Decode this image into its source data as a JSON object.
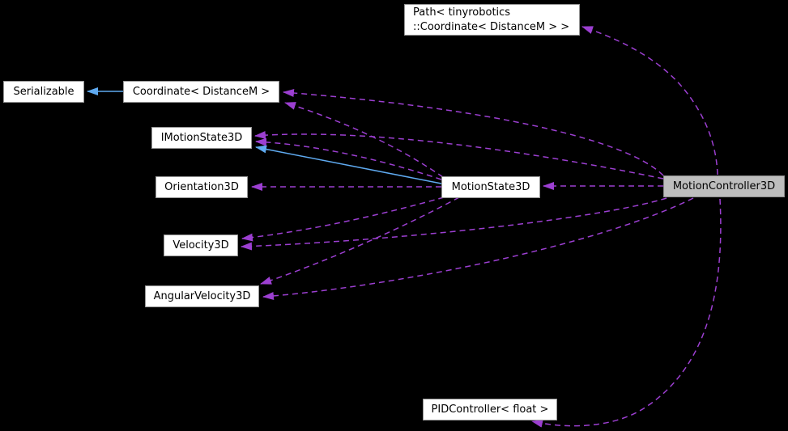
{
  "diagram": {
    "kind": "collaboration-graph",
    "background_color": "#000000",
    "colors": {
      "usage_edge": "#9c3fd1",
      "inheritance_edge": "#5faaf0",
      "node_fill": "#ffffff",
      "node_border": "#969696",
      "node_text": "#000000",
      "current_node_fill": "#bebebe"
    },
    "nodes": {
      "path": {
        "label": "Path< tinyrobotics\n::Coordinate< DistanceM > >"
      },
      "serializable": {
        "label": "Serializable"
      },
      "coordinate": {
        "label": "Coordinate< DistanceM >"
      },
      "imotionstate3d": {
        "label": "IMotionState3D"
      },
      "orientation3d": {
        "label": "Orientation3D"
      },
      "motionstate3d": {
        "label": "MotionState3D"
      },
      "motioncontroller3d": {
        "label": "MotionController3D"
      },
      "velocity3d": {
        "label": "Velocity3D"
      },
      "angularvelocity3d": {
        "label": "AngularVelocity3D"
      },
      "pidcontroller": {
        "label": "PIDController< float >"
      }
    },
    "edges": [
      {
        "from": "Coordinate< DistanceM >",
        "to": "Serializable",
        "type": "inheritance"
      },
      {
        "from": "MotionState3D",
        "to": "IMotionState3D",
        "type": "inheritance"
      },
      {
        "from": "MotionState3D",
        "to": "Coordinate< DistanceM >",
        "type": "usage"
      },
      {
        "from": "MotionState3D",
        "to": "IMotionState3D",
        "type": "usage"
      },
      {
        "from": "MotionState3D",
        "to": "Orientation3D",
        "type": "usage"
      },
      {
        "from": "MotionState3D",
        "to": "Velocity3D",
        "type": "usage"
      },
      {
        "from": "MotionState3D",
        "to": "AngularVelocity3D",
        "type": "usage"
      },
      {
        "from": "MotionController3D",
        "to": "MotionState3D",
        "type": "usage"
      },
      {
        "from": "MotionController3D",
        "to": "IMotionState3D",
        "type": "usage"
      },
      {
        "from": "MotionController3D",
        "to": "Coordinate< DistanceM >",
        "type": "usage"
      },
      {
        "from": "MotionController3D",
        "to": "Velocity3D",
        "type": "usage"
      },
      {
        "from": "MotionController3D",
        "to": "AngularVelocity3D",
        "type": "usage"
      },
      {
        "from": "MotionController3D",
        "to": "Path< tinyrobotics ::Coordinate< DistanceM > >",
        "type": "usage"
      },
      {
        "from": "MotionController3D",
        "to": "PIDController< float >",
        "type": "usage"
      }
    ]
  }
}
